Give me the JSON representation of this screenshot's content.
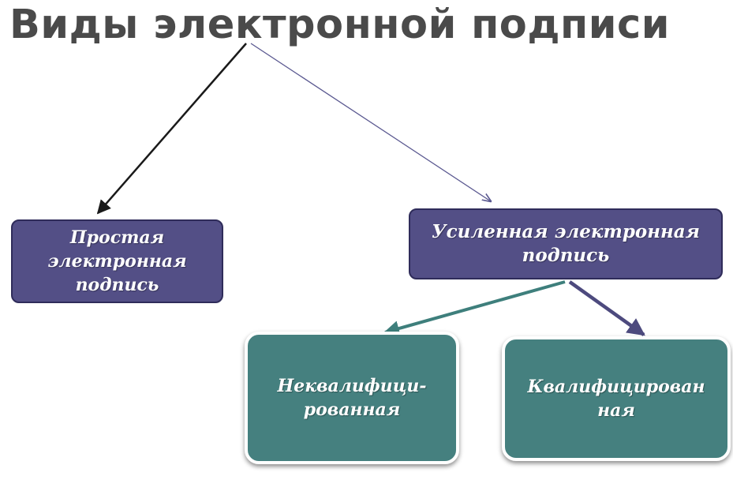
{
  "title": "Виды электронной подписи",
  "nodes": {
    "simple": "Простая электронная подпись",
    "enhanced": "Усиленная электронная подпись",
    "non_qualified": "Неквалифици-рованная",
    "qualified": "Квалифицирован ная"
  },
  "colors": {
    "title": "#4a4a4a",
    "purple_box": "#534f86",
    "teal_box": "#45807f",
    "arrow_dark": "#1a1a1a",
    "arrow_purple": "#5a5890",
    "arrow_teal": "#3e7f7c"
  }
}
